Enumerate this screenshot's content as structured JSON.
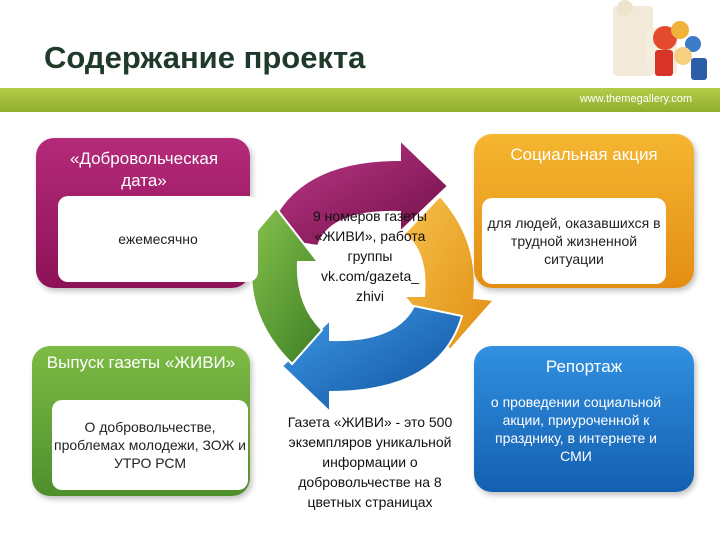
{
  "title": "Содержание проекта",
  "url": "www.themegallery.com",
  "colors": {
    "magenta": "#9c1a66",
    "orange": "#f0a51e",
    "green": "#69a83a",
    "blue": "#1a78c9",
    "header_bar": "#9bbb3a"
  },
  "boxes": {
    "volunteer": {
      "head": "«Добровольческая дата»",
      "body": "ежемесячно"
    },
    "social": {
      "head": "Социальная акция",
      "body": "для людей, оказавшихся в трудной жизненной ситуации"
    },
    "newspaper": {
      "head": "Выпуск газеты «ЖИВИ»",
      "body": "О добровольчестве, проблемах молодежи, ЗОЖ и УТРО РСМ"
    },
    "report": {
      "head": "Репортаж",
      "body": "о проведении социальной акции, приуроченной к празднику, в интернете и СМИ"
    }
  },
  "center_top": "9 номеров газеты «ЖИВИ», работа группы vk.com/gazeta_ zhivi",
  "center_bottom": "Газета «ЖИВИ» - это 500 экземпляров уникальной информации о добровольчестве на 8 цветных страницах"
}
